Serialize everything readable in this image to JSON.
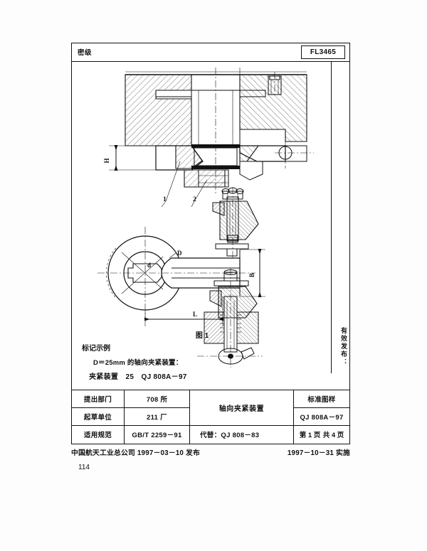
{
  "document": {
    "secrecy_label": "密级",
    "doc_code": "FL3465",
    "side_note": "有效发布：",
    "page_number": "114"
  },
  "figure": {
    "caption": "图 1",
    "dimension_labels": [
      "H",
      "D",
      "B",
      "L",
      "d"
    ],
    "part_callouts": [
      "1",
      "2"
    ],
    "views": [
      "sectional-assembly-view",
      "plan-view-with-eye-and-arm",
      "upper-clamp-screw-detail",
      "lower-clamp-screw-detail"
    ]
  },
  "marking": {
    "title": "标记示例",
    "line1": "D＝25mm 的轴向夹紧装置：",
    "line2": "夹紧装置　25　QJ 808A－97"
  },
  "title_block": {
    "labels": [
      "提出部门",
      "起草单位",
      "适用规范"
    ],
    "values": [
      "708 所",
      "211 厂",
      "GB/T 2259－91"
    ],
    "part_name": "轴向夹紧装置",
    "replaces": "代替：QJ 808－83",
    "right_header": "标准图样",
    "standard_no": "QJ 808A－97",
    "page_current": "第 1 页",
    "page_total": "共 4 页"
  },
  "footer": {
    "issuer": "中国航天工业总公司 1997－03－10 发布",
    "effective": "1997－10－31 实施"
  }
}
